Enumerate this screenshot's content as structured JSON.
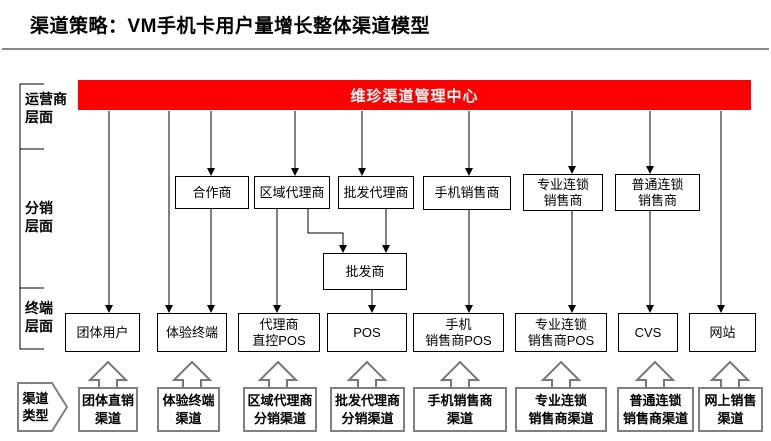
{
  "title": "渠道策略：VM手机卡用户量增长整体渠道模型",
  "banner": {
    "label": "维珍渠道管理中心"
  },
  "layer_labels": {
    "operator": "运营商\n层面",
    "distribution": "分销\n层面",
    "terminal": "终端\n层面",
    "channel_type": "渠道\n类型"
  },
  "distribution_row": [
    {
      "label": "合作商"
    },
    {
      "label": "区域代理商"
    },
    {
      "label": "批发代理商"
    },
    {
      "label": "手机销售商"
    },
    {
      "label": "专业连锁\n销售商"
    },
    {
      "label": "普通连锁\n销售商"
    }
  ],
  "wholesaler": {
    "label": "批发商"
  },
  "terminal_row": [
    {
      "label": "团体用户"
    },
    {
      "label": "体验终端"
    },
    {
      "label": "代理商\n直控POS"
    },
    {
      "label": "POS"
    },
    {
      "label": "手机\n销售商POS"
    },
    {
      "label": "专业连锁\n销售商POS"
    },
    {
      "label": "CVS"
    },
    {
      "label": "网站"
    }
  ],
  "channel_row": [
    {
      "label": "团体直销\n渠道"
    },
    {
      "label": "体验终端\n渠道"
    },
    {
      "label": "区域代理商\n分销渠道"
    },
    {
      "label": "批发代理商\n分销渠道"
    },
    {
      "label": "手机销售商\n渠道"
    },
    {
      "label": "专业连锁\n销售商渠道"
    },
    {
      "label": "普通连锁\n销售商渠道"
    },
    {
      "label": "网上销售\n渠道"
    }
  ],
  "colors": {
    "banner_bg": "#ff0000",
    "banner_text": "#ffffff",
    "box_border": "#000000",
    "channel_box_border": "#808080",
    "title_divider": "#888888",
    "connector": "#000000"
  }
}
